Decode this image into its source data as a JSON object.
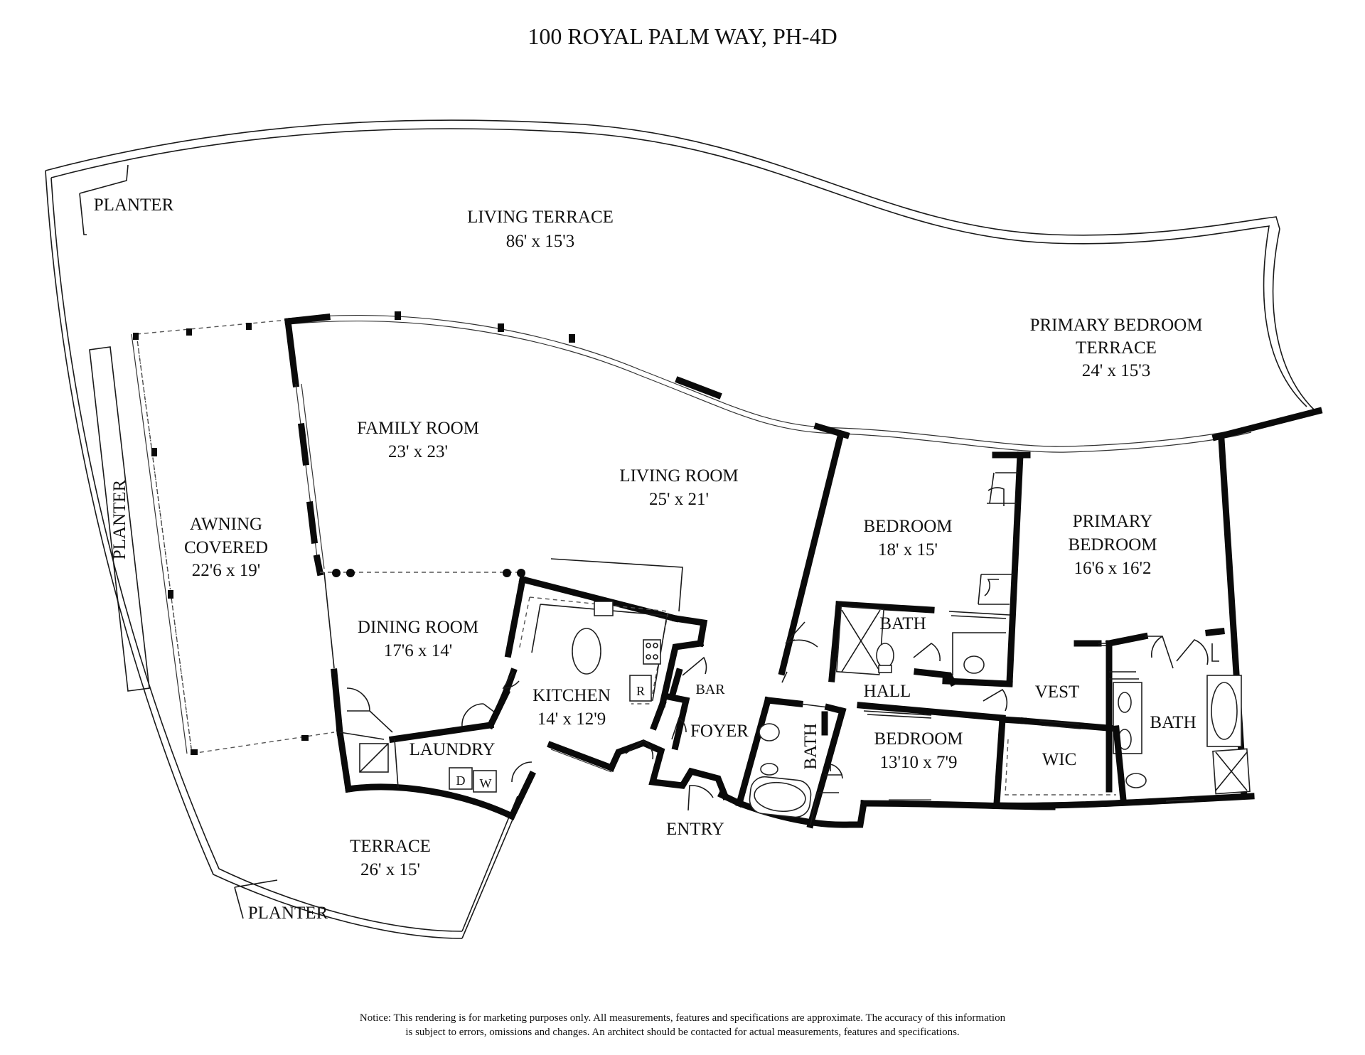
{
  "title": "100 ROYAL PALM WAY,  PH-4D",
  "rooms": {
    "planter_top": "PLANTER",
    "living_terrace_name": "LIVING TERRACE",
    "living_terrace_dim": "86' x 15'3",
    "primary_terrace_name_1": "PRIMARY BEDROOM",
    "primary_terrace_name_2": "TERRACE",
    "primary_terrace_dim": "24' x 15'3",
    "planter_side": "PLANTER",
    "awning_1": "AWNING",
    "awning_2": "COVERED",
    "awning_dim": "22'6 x 19'",
    "family_name": "FAMILY ROOM",
    "family_dim": "23' x 23'",
    "living_name": "LIVING ROOM",
    "living_dim": "25' x 21'",
    "bedroom1_name": "BEDROOM",
    "bedroom1_dim": "18' x 15'",
    "primary_name_1": "PRIMARY",
    "primary_name_2": "BEDROOM",
    "primary_dim": "16'6 x 16'2",
    "dining_name": "DINING ROOM",
    "dining_dim": "17'6 x 14'",
    "kitchen_name": "KITCHEN",
    "kitchen_dim": "14' x 12'9",
    "refrigerator": "R",
    "bar": "BAR",
    "foyer": "FOYER",
    "bath_center": "BATH",
    "hall": "HALL",
    "vest": "VEST",
    "bath_primary": "BATH",
    "laundry": "LAUNDRY",
    "dryer": "D",
    "washer": "W",
    "bath_small": "BATH",
    "bedroom2_name": "BEDROOM",
    "bedroom2_dim": "13'10 x 7'9",
    "wic": "WIC",
    "entry": "ENTRY",
    "terrace_name": "TERRACE",
    "terrace_dim": "26' x 15'",
    "planter_bottom": "PLANTER"
  },
  "notice": {
    "line1": "Notice: This rendering is for marketing purposes only. All measurements, features and specifications are approximate. The accuracy of this information",
    "line2": "is subject to errors, omissions and changes. An architect should be contacted for actual measurements, features and specifications."
  }
}
